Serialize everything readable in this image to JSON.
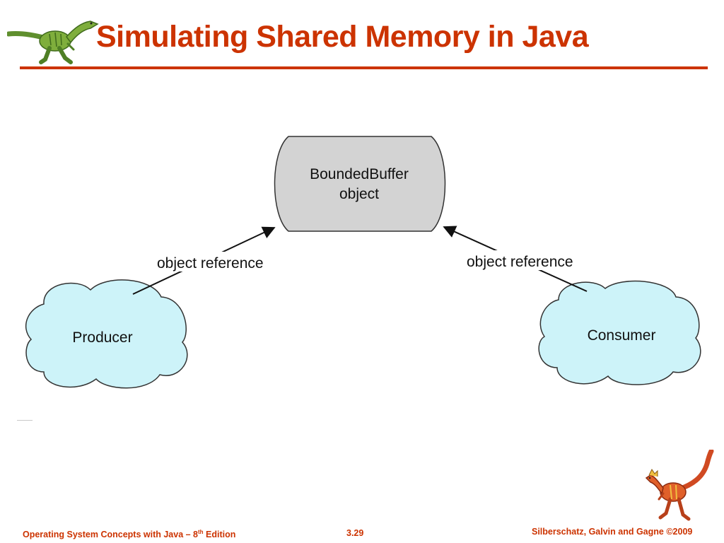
{
  "slide": {
    "title": "Simulating Shared Memory in Java"
  },
  "diagram": {
    "buffer": {
      "line1": "BoundedBuffer",
      "line2": "object"
    },
    "producer": {
      "label": "Producer"
    },
    "consumer": {
      "label": "Consumer"
    },
    "left_reference_label": "object reference",
    "right_reference_label": "object reference"
  },
  "footer": {
    "left_main": "Operating System Concepts  with Java – 8",
    "left_sup": "th",
    "left_tail": " Edition",
    "page_number": "3.29",
    "copyright": "Silberschatz, Galvin and Gagne ©2009"
  },
  "colors": {
    "title": "#cc3300",
    "buffer_fill": "#d3d3d3",
    "cloud_fill": "#cdf3f9"
  },
  "icons": {
    "top_logo": "green-dinosaur-icon",
    "bottom_logo": "red-dinosaur-icon"
  }
}
